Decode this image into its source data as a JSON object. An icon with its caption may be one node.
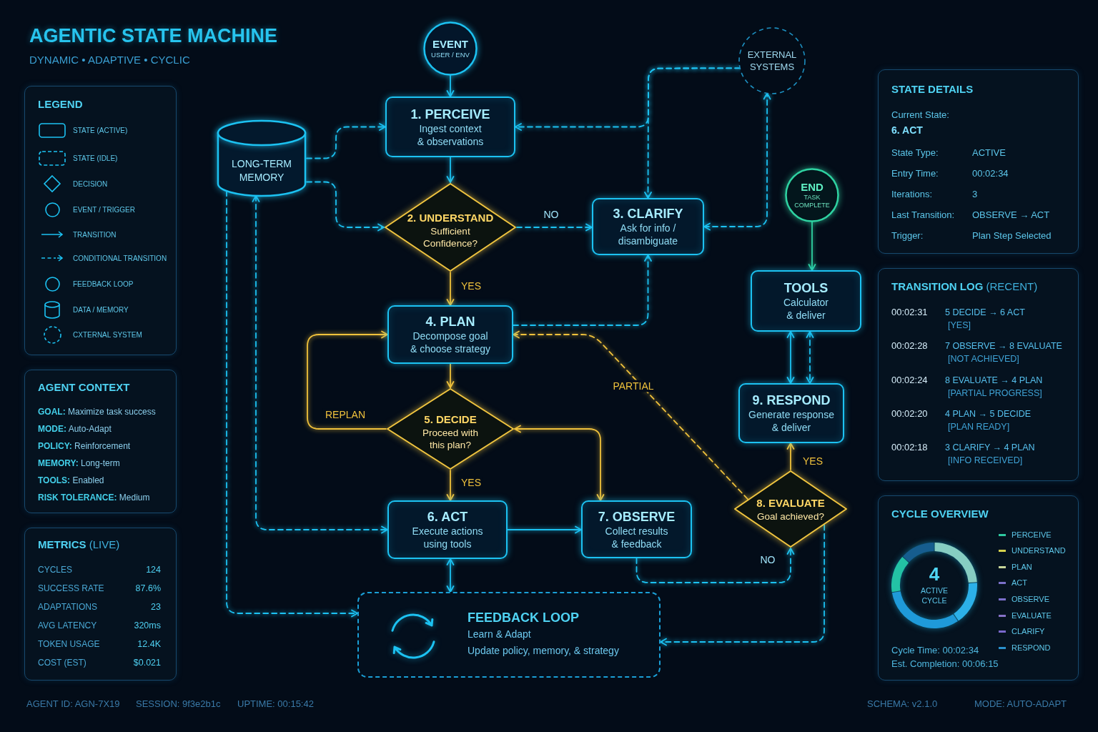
{
  "diagram": {
    "title": "AGENTIC STATE MACHINE",
    "nodes": [
      {
        "text": [
          "LEGEND"
        ]
      },
      {
        "text": [
          "AGENT CONTEXT",
          "**GOAL:** Maximize task success",
          "**MODE:** Auto-Adapt",
          "**POLICY:** Reinforcement",
          "**MEMORY:** Long-term",
          "**TOOLS:** Enabled",
          "**RISK TOLERANCE:** Medium"
        ]
      },
      {
        "text": [
          "**METRICS** (LIVE)",
          "CYCLES",
          "124",
          "SUCCESS RATE",
          "87.6%",
          "ADAPTATIONS",
          "23",
          "AVG LATENCY",
          "320ms",
          "TOKEN USAGE",
          "12.4K",
          "COST (EST)",
          "$0.021"
        ]
      },
      {
        "text": [
          "EVENT",
          "USER / ENV"
        ]
      },
      {
        "text": [
          "EXTERNAL SYSTEMS"
        ]
      },
      {
        "text": [
          "LONG-TERM MEMORY"
        ]
      },
      {
        "text": [
          "1. PERCEIVE",
          "Ingest context & observations"
        ]
      },
      {
        "text": [
          "2. UNDERSTAND",
          "Sufficient Confidence?"
        ]
      },
      {
        "text": [
          "3. CLARIFY",
          "Ask for info / disambiguate"
        ]
      },
      {
        "text": [
          "END",
          "TASK COMPLETE"
        ]
      },
      {
        "text": [
          "TOOLS",
          "Calculator & deliver"
        ]
      },
      {
        "text": [
          "4. PLAN",
          "Decompose goal & choose strategy"
        ]
      },
      {
        "text": [
          "9. RESPOND",
          "Generate response & deliver"
        ]
      },
      {
        "text": [
          "5. DECIDE",
          "Proceed with this plan?"
        ]
      },
      {
        "text": [
          "6. ACT",
          "Execute actions using tools"
        ]
      },
      {
        "text": [
          "7. OBSERVE",
          "Collect results & feedback"
        ]
      },
      {
        "text": [
          "8. EVALUATE",
          "Goal achieved?"
        ]
      },
      {
        "text": [
          "FEEDBACK LOOP",
          "Learn & Adapt",
          "Update policy, memory, & strategy"
        ]
      },
      {
        "text": [
          "STATE DETAILS",
          "Current State:",
          "6. ACT",
          "State Type:",
          "ACTIVE",
          "Entry Time:",
          "00:02:34",
          "Iterations:",
          "3",
          "Last Transition:",
          "OBSERVE → ACT",
          "Trigger:",
          "Plan Step Selected"
        ]
      },
      {
        "text": [
          "**TRANSITION LOG** (RECENT)",
          "00:02:31",
          "5 DECIDE → 6 ACT",
          "[YES]",
          "00:02:28",
          "7 OBSERVE → 8 EVALUATE",
          "[NOT ACHIEVED]",
          "00:02:24",
          "8 EVALUATE → 4 PLAN",
          "[PARTIAL PROGRESS]",
          "00:02:20",
          "4 PLAN → 5 DECIDE",
          "[PLAN READY]",
          "00:02:18",
          "3 CLARIFY → 4 PLAN",
          "[INFO RECEIVED]"
        ]
      },
      {
        "text": [
          "CYCLE OVERVIEW",
          "4",
          "ACTIVE CYCLE",
          "Cycle Time: 00:02:34",
          "Est. Completion: 00:06:15"
        ]
      }
    ],
    "edges": [
      {
        "from": 3,
        "to": 6,
        "arrow": "to"
      },
      {
        "from": 5,
        "to": 6,
        "arrow": "to",
        "style": "dashed"
      },
      {
        "from": 5,
        "to": 7,
        "arrow": "to",
        "style": "dashed"
      },
      {
        "from": 4,
        "to": 6,
        "arrow": "to",
        "style": "dashed"
      },
      {
        "from": 4,
        "to": 8,
        "arrow": "to",
        "style": "dashed"
      },
      {
        "from": 6,
        "to": 7,
        "arrow": "to"
      },
      {
        "from": 7,
        "to": 8,
        "arrow": "to",
        "label": "NO",
        "style": "dashed"
      },
      {
        "from": 8,
        "to": 4,
        "arrow": "both",
        "style": "dashed"
      },
      {
        "from": 7,
        "to": 11,
        "arrow": "to",
        "label": "YES",
        "color": "#f0c23c"
      },
      {
        "from": 11,
        "to": 8,
        "arrow": "to",
        "style": "dashed"
      },
      {
        "from": 16,
        "to": 11,
        "arrow": "to",
        "label": "PARTIAL",
        "style": "dashed",
        "color": "#f0c23c"
      },
      {
        "from": 11,
        "to": 13,
        "arrow": "to",
        "color": "#f0c23c"
      },
      {
        "from": 13,
        "to": 11,
        "arrow": "to",
        "label": "REPLAN",
        "color": "#f0c23c"
      },
      {
        "from": 13,
        "to": 14,
        "arrow": "to",
        "label": "YES",
        "color": "#f0c23c"
      },
      {
        "from": 13,
        "to": 15,
        "arrow": "both",
        "color": "#f0c23c"
      },
      {
        "from": 14,
        "to": 15,
        "arrow": "to"
      },
      {
        "from": 14,
        "to": 17,
        "arrow": "both"
      },
      {
        "from": 5,
        "to": 14,
        "arrow": "both",
        "style": "dashed"
      },
      {
        "from": 5,
        "to": 17,
        "arrow": "to",
        "style": "dashed"
      },
      {
        "from": 15,
        "to": 16,
        "arrow": "to",
        "label": "NO",
        "style": "dashed"
      },
      {
        "from": 16,
        "to": 17,
        "arrow": "to",
        "style": "dashed"
      },
      {
        "from": 16,
        "to": 12,
        "arrow": "to",
        "label": "YES",
        "color": "#f0c23c"
      },
      {
        "from": 9,
        "to": 10,
        "arrow": "to",
        "color": "#2fd3a2"
      },
      {
        "from": 12,
        "to": 10,
        "arrow": "both"
      },
      {
        "from": 10,
        "to": 12,
        "arrow": "both",
        "style": "dashed"
      }
    ],
    "labels": [
      "DYNAMIC • ADAPTIVE • CYCLIC",
      "AGENT ID: AGN-7X19",
      "SESSION: 9f3e2b1c",
      "UPTIME: 00:15:42",
      "SCHEMA: v2.1.0",
      "MODE: AUTO-ADAPT"
    ],
    "legend": [
      {
        "text": "STATE (ACTIVE)"
      },
      {
        "text": "STATE (IDLE)"
      },
      {
        "text": "DECISION"
      },
      {
        "text": "EVENT / TRIGGER"
      },
      {
        "text": "TRANSITION"
      },
      {
        "text": "CONDITIONAL TRANSITION"
      },
      {
        "text": "FEEDBACK LOOP"
      },
      {
        "text": "DATA / MEMORY"
      },
      {
        "text": "CXTERNAL SYSTEM"
      },
      {
        "text": "PERCEIVE",
        "color": "#2ec8a0"
      },
      {
        "text": "UNDERSTAND",
        "color": "#d6d24c"
      },
      {
        "text": "PLAN",
        "color": "#c8d69a"
      },
      {
        "text": "ACT",
        "color": "#7b70c9"
      },
      {
        "text": "OBSERVE",
        "color": "#7b6fcb"
      },
      {
        "text": "EVALUATE",
        "color": "#8672c8"
      },
      {
        "text": "CLARIFY",
        "color": "#7a68cc"
      },
      {
        "text": "RESPOND",
        "color": "#2a90cc"
      }
    ]
  }
}
